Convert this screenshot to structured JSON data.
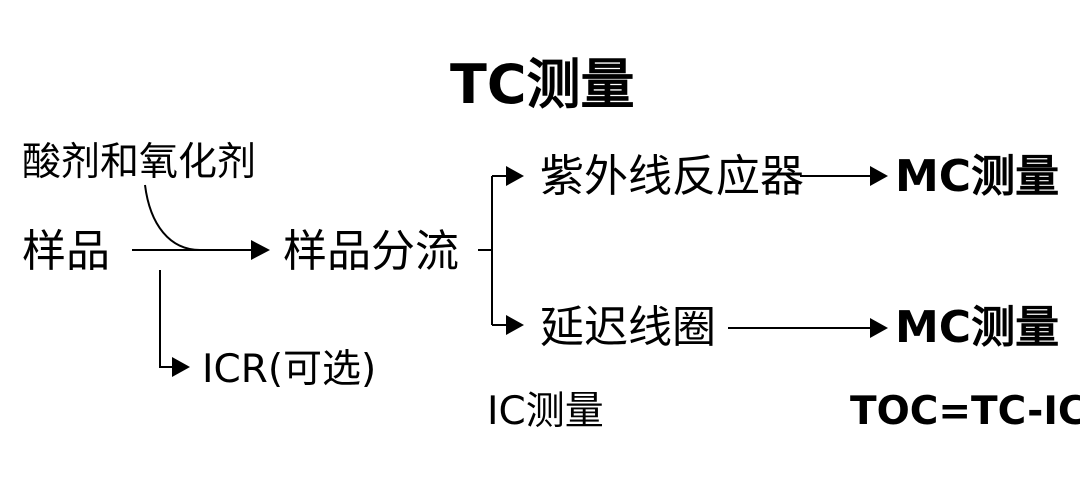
{
  "diagram": {
    "title": "TC测量",
    "reagents": "酸剂和氧化剂",
    "sample": "样品",
    "sample_split": "样品分流",
    "uv_reactor": "紫外线反应器",
    "delay_coil": "延迟线圈",
    "mc_top": "MC测量",
    "mc_bottom": "MC测量",
    "icr": "ICR(可选)",
    "ic_measure": "IC测量",
    "toc_formula": "TOC=TC-IC"
  },
  "colors": {
    "ink": "#000000",
    "background": "#ffffff"
  }
}
